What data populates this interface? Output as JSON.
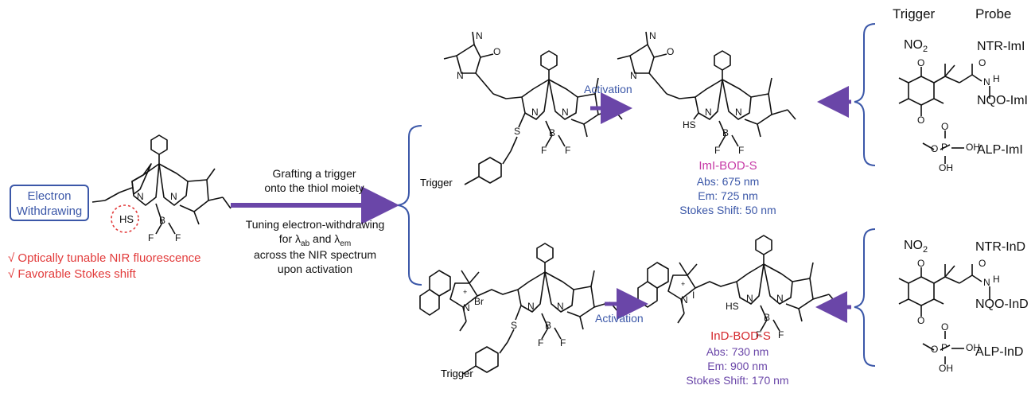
{
  "colors": {
    "arrow": "#6a46a8",
    "bracket": "#3b57a8",
    "ewg_box": "#3b57a8",
    "features": "#e23b3b",
    "iml_name": "#c63aa6",
    "ind_name": "#d4282d"
  },
  "headers": {
    "trigger": "Trigger",
    "probe": "Probe"
  },
  "left": {
    "ewg_line1": "Electron",
    "ewg_line2": "Withdrawing",
    "features": [
      "√  Optically tunable NIR fluorescence",
      "√  Favorable Stokes shift"
    ]
  },
  "middle": {
    "grafting_line1": "Grafting a trigger",
    "grafting_line2": "onto the thiol moiety",
    "tuning_line1": "Tuning electron-withdrawing",
    "tuning_line2_pre": "for λ",
    "tuning_sub_ab": "ab",
    "tuning_and": " and λ",
    "tuning_sub_em": "em",
    "tuning_line3": "across the NIR spectrum",
    "tuning_line4": "upon activation"
  },
  "activation_label": "Activation",
  "trigger_label": "Trigger",
  "iml": {
    "name": "ImI-BOD-S",
    "abs": "Abs: 675 nm",
    "em": "Em:   725 nm",
    "stokes": "Stokes Shift: 50 nm",
    "probes": [
      "NTR-ImI",
      "NQO-ImI",
      "ALP-ImI"
    ]
  },
  "ind": {
    "name": "InD-BOD-S",
    "abs": "Abs: 730 nm",
    "em": "Em:   900 nm",
    "stokes": "Stokes Shift: 170 nm",
    "probes": [
      "NTR-InD",
      "NQO-InD",
      "ALP-InD"
    ]
  },
  "triggers": {
    "nitro": "NO",
    "nitro_sub": "2"
  },
  "atoms": {
    "N": "N",
    "B": "B",
    "F": "F",
    "S": "S",
    "HS": "HS",
    "O": "O",
    "P": "P",
    "OH": "OH",
    "H": "H",
    "plus": "+",
    "br": "Br",
    "iodide": "I"
  }
}
